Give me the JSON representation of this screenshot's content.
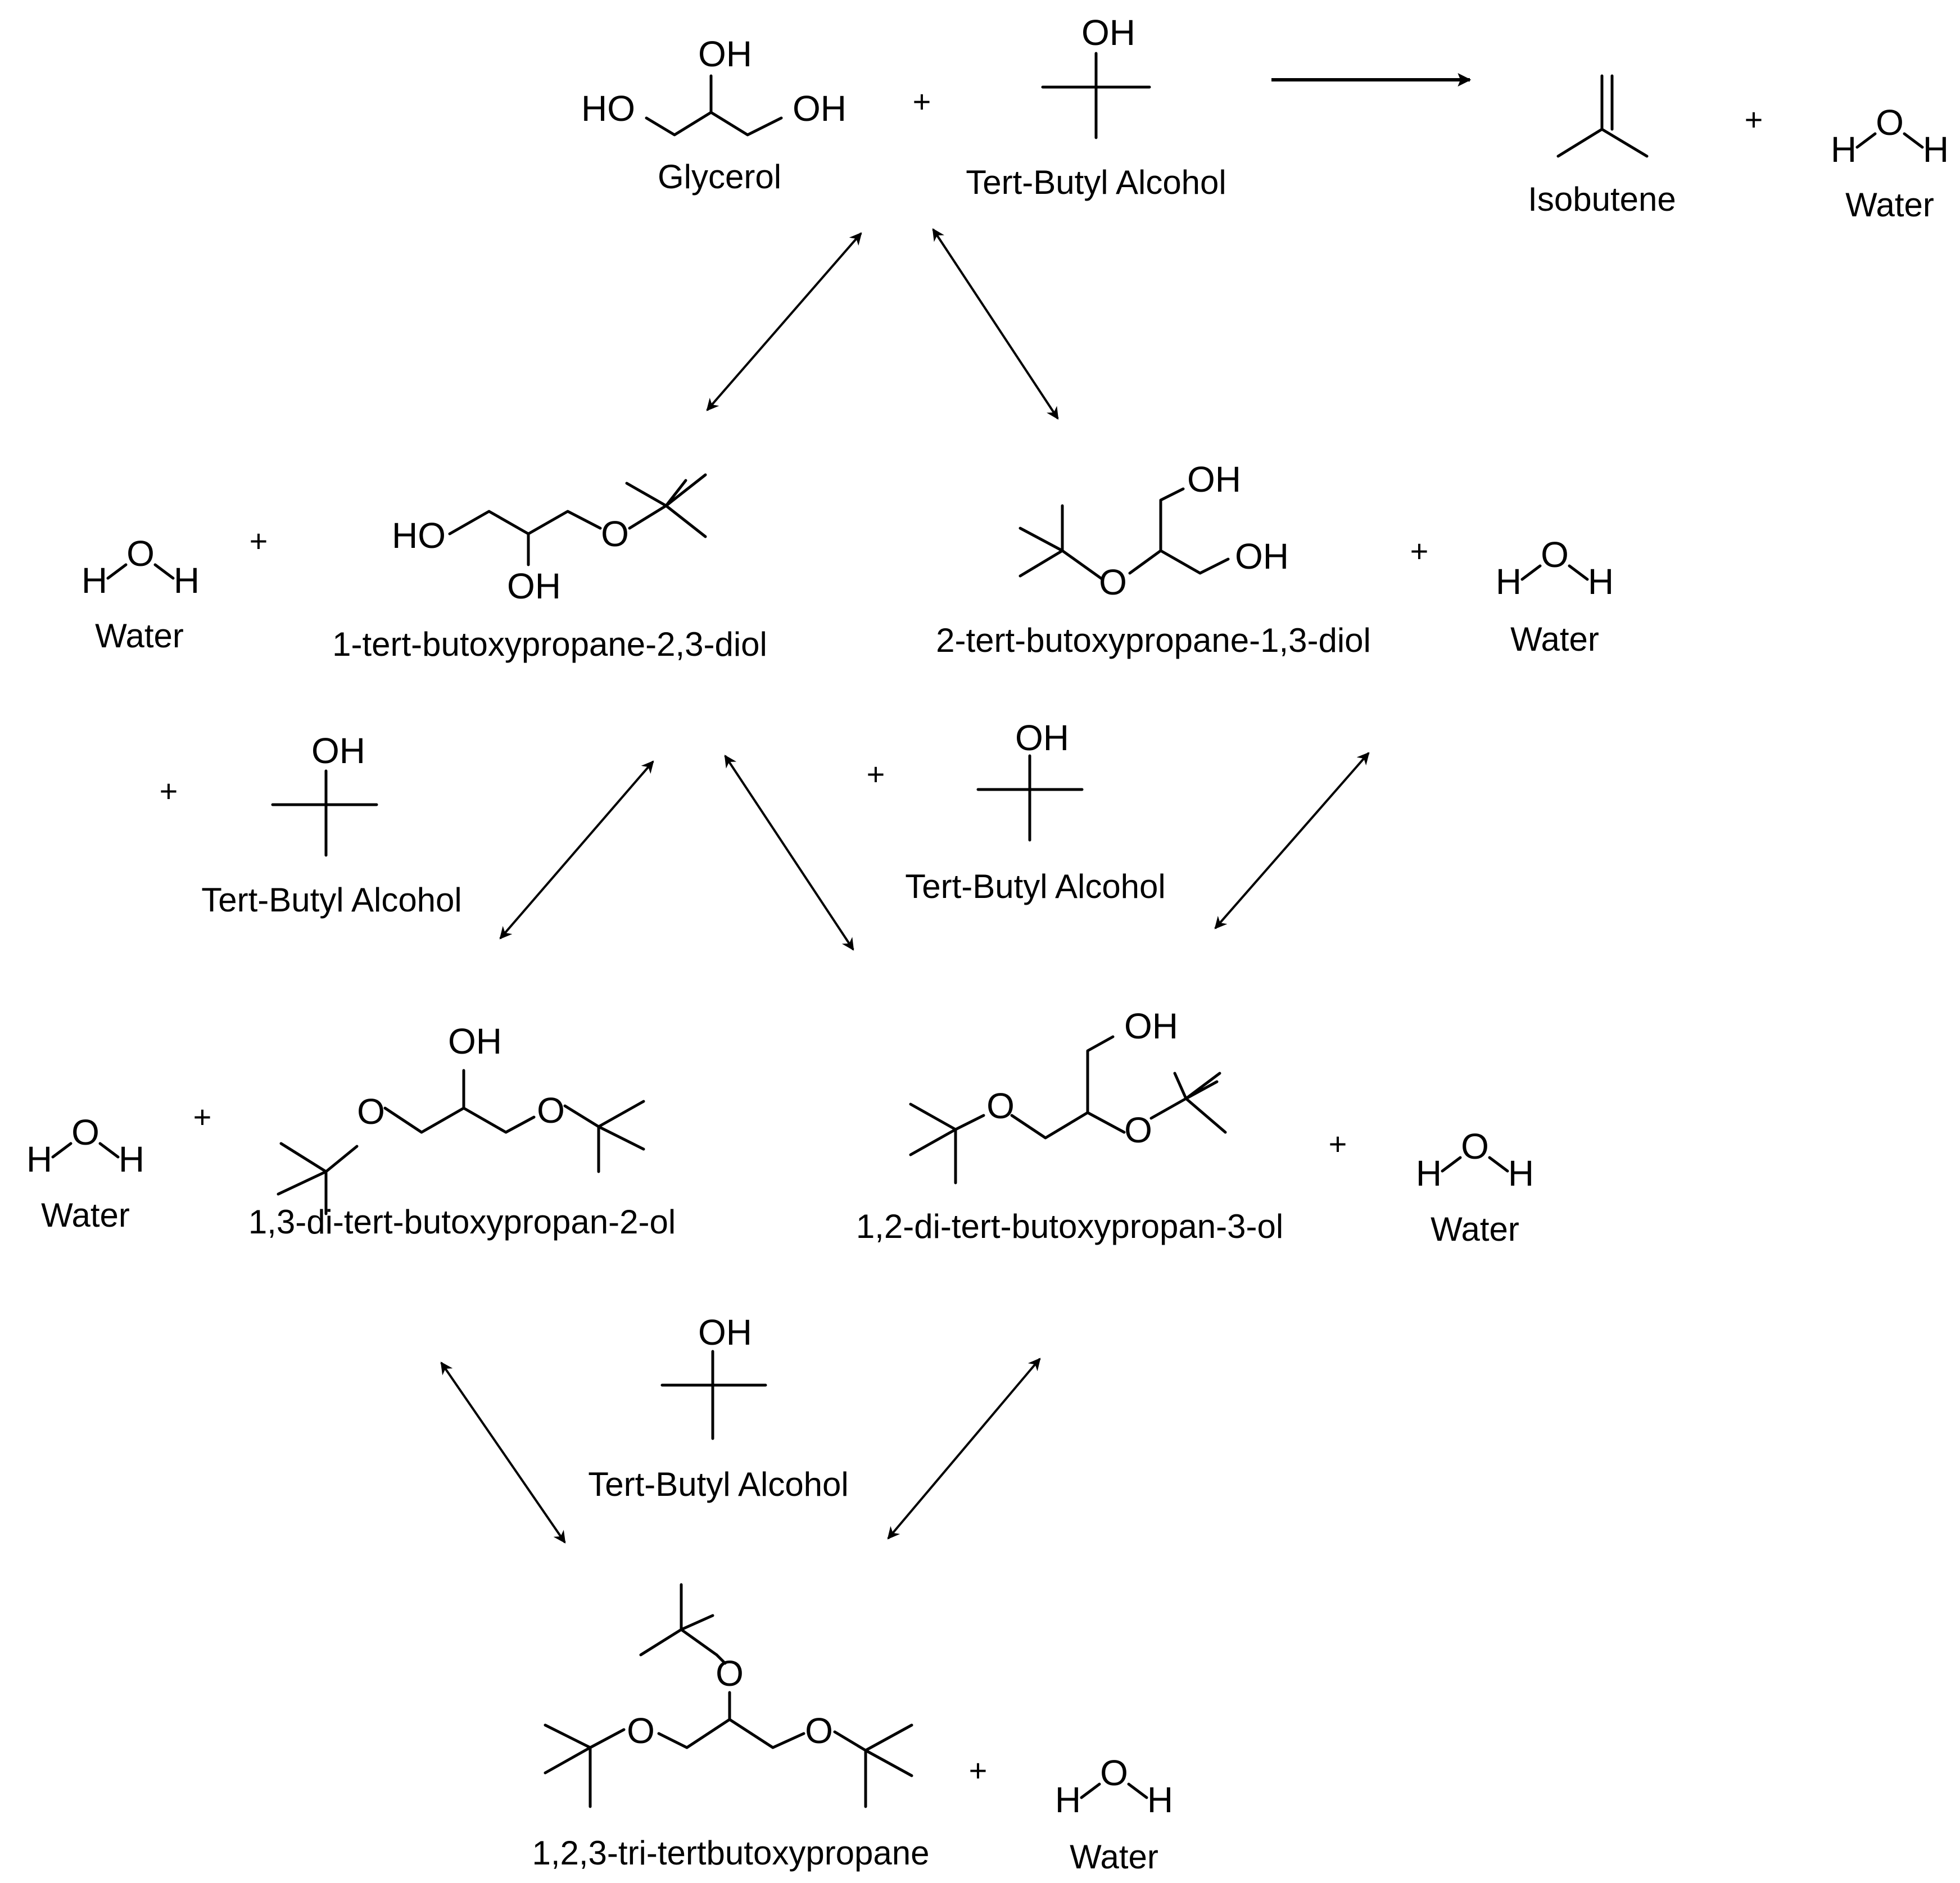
{
  "atoms": {
    "oh": "OH",
    "ho": "HO",
    "o": "O",
    "h": "H",
    "plus": "+"
  },
  "names": {
    "glycerol": "Glycerol",
    "tba": "Tert-Butyl  Alcohol",
    "isobutene": "Isobutene",
    "water": "Water",
    "m1": "1-tert-butoxypropane-2,3-diol",
    "m2": "2-tert-butoxypropane-1,3-diol",
    "d1": "1,3-di-tert-butoxypropan-2-ol",
    "d2": "1,2-di-tert-butoxypropan-3-ol",
    "t1": "1,2,3-tri-tertbutoxypropane"
  }
}
